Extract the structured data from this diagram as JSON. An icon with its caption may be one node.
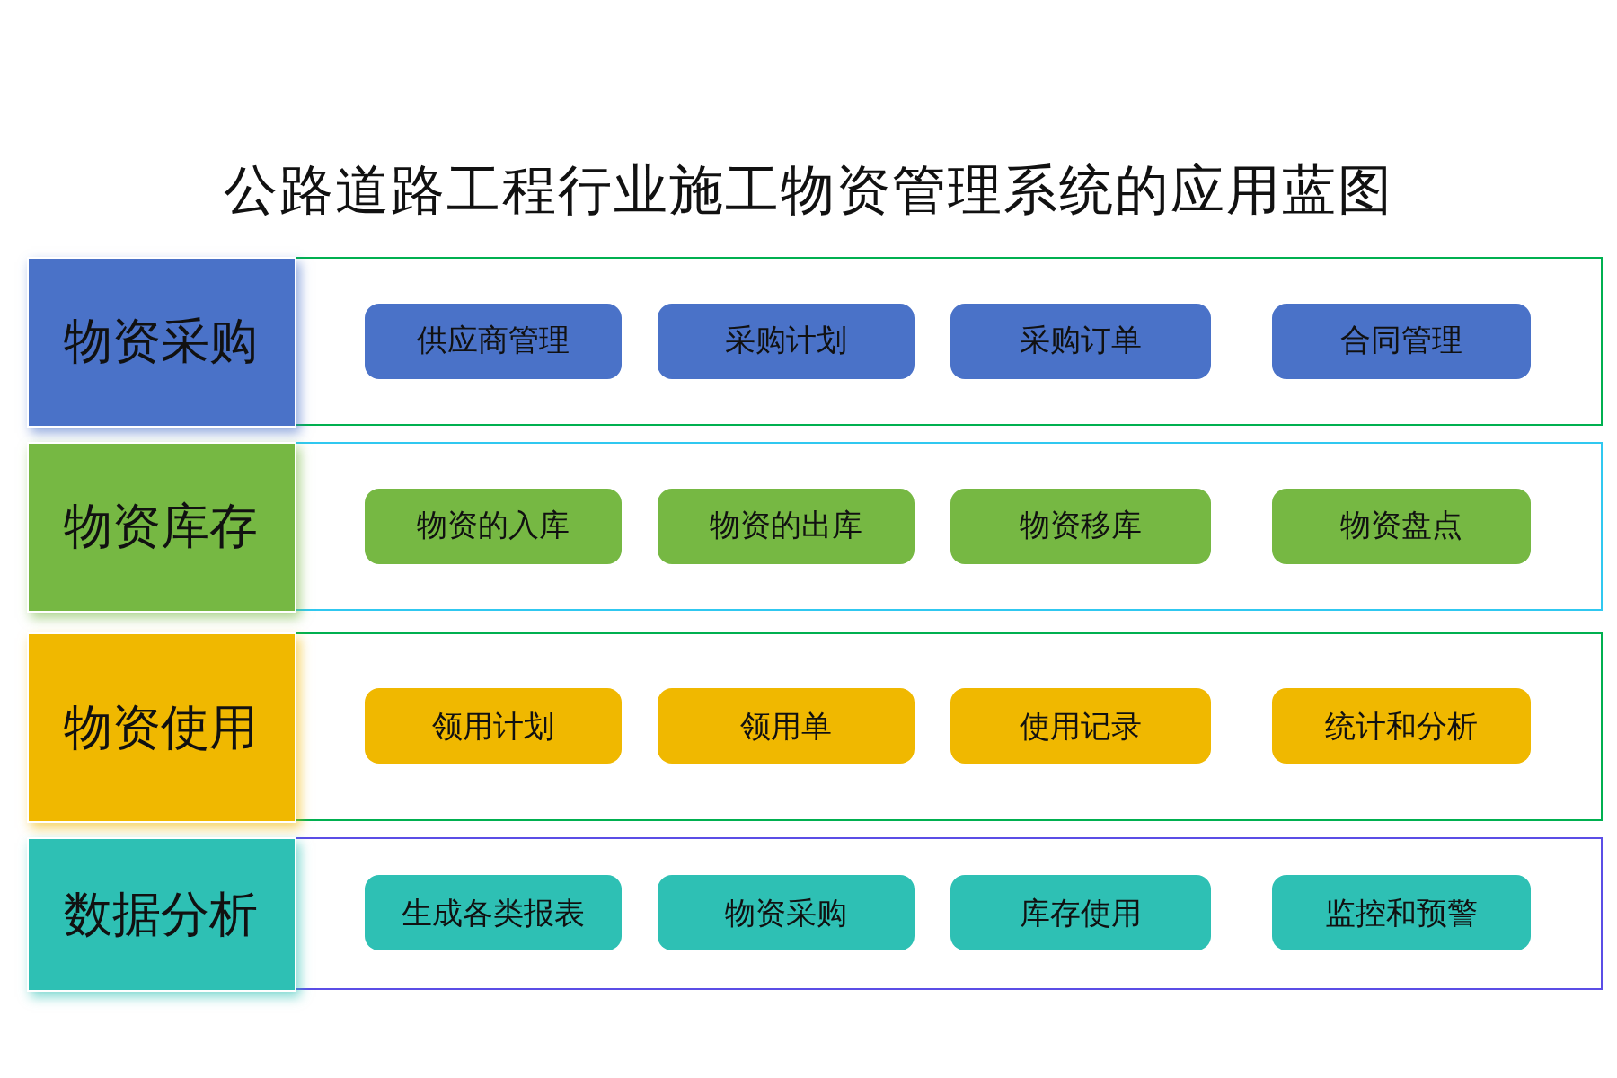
{
  "diagram": {
    "title": "公路道路工程行业施工物资管理系统的应用蓝图",
    "nodes": [
      {
        "text": [
          "物资采购"
        ]
      },
      {
        "text": [
          "供应商管理"
        ],
        "in": 0
      },
      {
        "text": [
          "采购计划"
        ],
        "in": 0
      },
      {
        "text": [
          "采购订单"
        ],
        "in": 0
      },
      {
        "text": [
          "合同管理"
        ],
        "in": 0
      },
      {
        "text": [
          "物资库存"
        ]
      },
      {
        "text": [
          "物资的入库"
        ],
        "in": 5
      },
      {
        "text": [
          "物资的出库"
        ],
        "in": 5
      },
      {
        "text": [
          "物资移库"
        ],
        "in": 5
      },
      {
        "text": [
          "物资盘点"
        ],
        "in": 5
      },
      {
        "text": [
          "物资使用"
        ]
      },
      {
        "text": [
          "领用计划"
        ],
        "in": 10
      },
      {
        "text": [
          "领用单"
        ],
        "in": 10
      },
      {
        "text": [
          "使用记录"
        ],
        "in": 10
      },
      {
        "text": [
          "统计和分析"
        ],
        "in": 10
      },
      {
        "text": [
          "数据分析"
        ]
      },
      {
        "text": [
          "生成各类报表"
        ],
        "in": 15
      },
      {
        "text": [
          "物资采购"
        ],
        "in": 15
      },
      {
        "text": [
          "库存使用"
        ],
        "in": 15
      },
      {
        "text": [
          "监控和预警"
        ],
        "in": 15
      }
    ]
  }
}
